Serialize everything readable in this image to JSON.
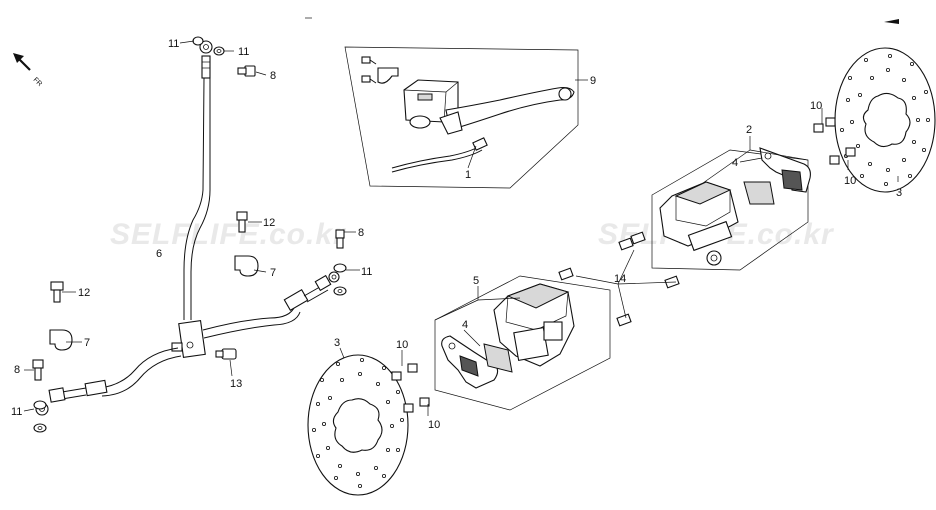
{
  "watermarks": [
    "SELFLIFE.co.kr",
    "SELFLIFE.co.kr"
  ],
  "direction_label": "FR",
  "callouts": {
    "c11_top_left": "11",
    "c11_top_right": "11",
    "c8_top": "8",
    "c9": "9",
    "c1": "1",
    "c2": "2",
    "c4_right": "4",
    "c10_right_top": "10",
    "c10_right_bottom": "10",
    "c3_right": "3",
    "c12_mid": "12",
    "c8_mid": "8",
    "c7_mid": "7",
    "c11_mid": "11",
    "c6": "6",
    "c12_left": "12",
    "c7_left": "7",
    "c8_left": "8",
    "c11_left": "11",
    "c13": "13",
    "c5": "5",
    "c14": "14",
    "c4_left": "4",
    "c3_left": "3",
    "c10_left_top": "10",
    "c10_left_bottom": "10"
  }
}
